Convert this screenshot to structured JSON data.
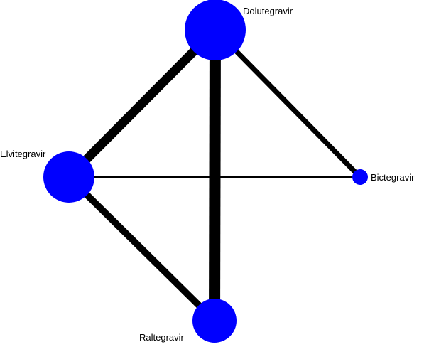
{
  "diagram": {
    "type": "network-graph",
    "node_color": "#0000ff",
    "edge_color": "#000000",
    "nodes": [
      {
        "id": "dolutegravir",
        "label": "Dolutegravir"
      },
      {
        "id": "elvitegravir",
        "label": "Elvitegravir"
      },
      {
        "id": "bictegravir",
        "label": "Bictegravir"
      },
      {
        "id": "raltegravir",
        "label": "Raltegravir"
      }
    ],
    "edges": [
      {
        "from": "dolutegravir",
        "to": "elvitegravir",
        "relative_weight": 0.8
      },
      {
        "from": "dolutegravir",
        "to": "raltegravir",
        "relative_weight": 1.0
      },
      {
        "from": "dolutegravir",
        "to": "bictegravir",
        "relative_weight": 0.45
      },
      {
        "from": "elvitegravir",
        "to": "raltegravir",
        "relative_weight": 0.6
      },
      {
        "from": "elvitegravir",
        "to": "bictegravir",
        "relative_weight": 0.18
      }
    ]
  }
}
